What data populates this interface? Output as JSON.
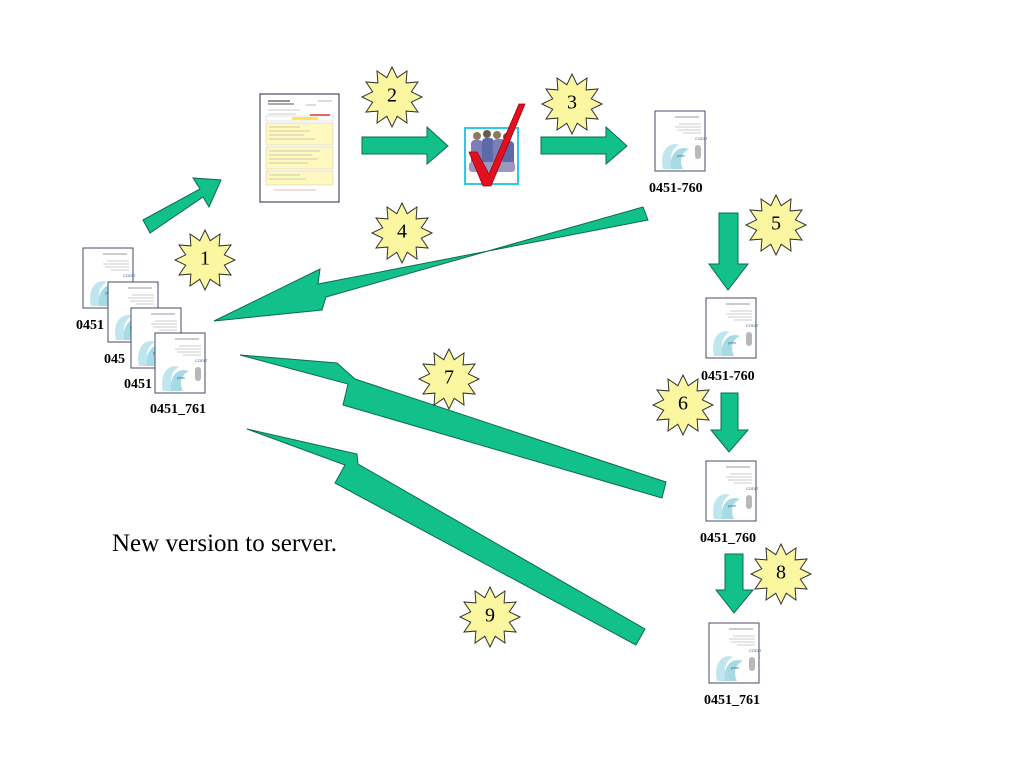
{
  "steps": {
    "s1": "1",
    "s2": "2",
    "s3": "3",
    "s4": "4",
    "s5": "5",
    "s6": "6",
    "s7": "7",
    "s8": "8",
    "s9": "9"
  },
  "documents": {
    "stack_label_1": "0451",
    "stack_label_2": "045",
    "stack_label_3": "0451",
    "stack_label_4": "0451_761",
    "doc_after_3": "0451-760",
    "doc_after_5": "0451-760",
    "doc_after_6": "0451_760",
    "doc_after_8": "0451_761"
  },
  "caption": "New version to server.",
  "colors": {
    "arrow_fill": "#12c08a",
    "arrow_stroke": "#0d6b4f",
    "starburst_fill": "#fbf7a0",
    "checkmark": "#e0101e"
  }
}
